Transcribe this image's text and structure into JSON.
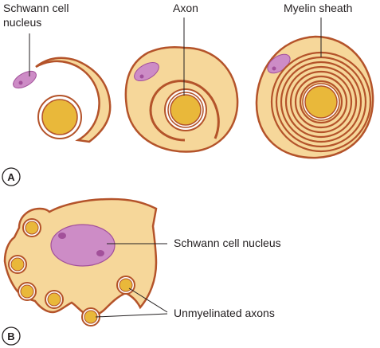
{
  "panel_a": {
    "panel_label": "A",
    "labels": {
      "schwann_line1": "Schwann cell",
      "schwann_line2": "nucleus",
      "axon": "Axon",
      "myelin": "Myelin sheath"
    }
  },
  "panel_b": {
    "panel_label": "B",
    "labels": {
      "schwann": "Schwann cell nucleus",
      "unmyelinated": "Unmyelinated axons"
    }
  },
  "colors": {
    "cytoplasm": "#f6d79a",
    "membrane": "#b4532a",
    "axon": "#e9b83a",
    "nucleus": "#cd8cc6",
    "nucleolus": "#a2509a",
    "text": "#231f20"
  }
}
